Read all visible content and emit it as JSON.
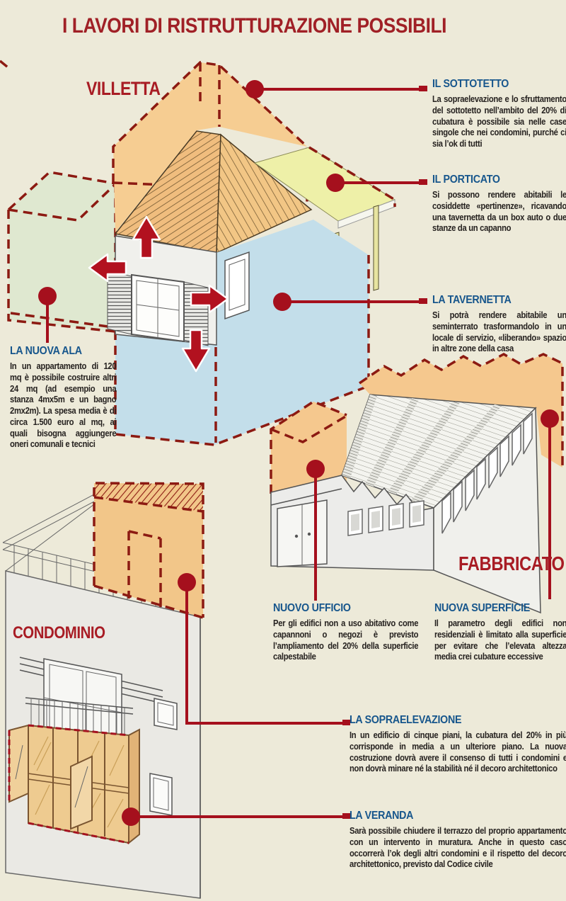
{
  "title": "I LAVORI DI RISTRUTTURAZIONE POSSIBILI",
  "colors": {
    "background": "#edead9",
    "title_red": "#a02026",
    "building_label_red": "#a81c24",
    "heading_blue": "#17568c",
    "body_text": "#262220",
    "callout_red": "#a5101d",
    "dashed_maroon": "#8c1a12",
    "orange_fill": "#f5c88e",
    "green_fill": "#dfe8d0",
    "blue_fill": "#c3deea",
    "yellow_fill": "#eef0a8",
    "wood_fill": "#eecb90"
  },
  "buildings": {
    "villetta": {
      "label": "VILLETTA"
    },
    "condominio": {
      "label": "CONDOMINIO"
    },
    "fabbricato": {
      "label": "FABBRICATO"
    }
  },
  "callouts": [
    {
      "id": "sottotetto",
      "heading": "IL SOTTOTETTO",
      "body": "La sopraelevazione e lo sfruttamento del sottotetto nell’ambito del 20% di cubatura è possibile sia nelle case singole che nei condomini, purché ci sia l’ok di tutti"
    },
    {
      "id": "porticato",
      "heading": "IL PORTICATO",
      "body": "Si possono rendere abitabili le cosiddette «pertinenze», ricavando una tavernetta da un box auto o due stanze da un capanno"
    },
    {
      "id": "tavernetta",
      "heading": "LA TAVERNETTA",
      "body": "Si potrà rendere abitabile un seminterrato trasformandolo in un locale di servizio, «liberando» spazio in altre zone della casa"
    },
    {
      "id": "nuova-ala",
      "heading": "LA NUOVA ALA",
      "body": "In un appartamento di 120 mq è possibile costruire altri 24 mq (ad esempio una stanza 4mx5m e un bagno 2mx2m). La spesa media è di circa 1.500 euro al mq, ai quali bisogna aggiungere oneri comunali e tecnici"
    },
    {
      "id": "nuovo-ufficio",
      "heading": "NUOVO UFFICIO",
      "body": "Per gli edifici non a uso abitativo come capannoni o negozi è previsto l’ampliamento del 20% della superficie calpestabile"
    },
    {
      "id": "nuova-superficie",
      "heading": "NUOVA SUPERFICIE",
      "body": "Il parametro degli edifici non residenziali è limitato alla superficie per evitare che l’elevata altezza media crei cubature eccessive"
    },
    {
      "id": "sopraelevazione",
      "heading": "LA SOPRAELEVAZIONE",
      "body": "In un edificio di cinque piani, la cubatura del 20% in più corrisponde in media a un ulteriore piano. La nuova costruzione dovrà avere il consenso di tutti i condomini e non dovrà minare né la stabilità né il decoro architettonico"
    },
    {
      "id": "veranda",
      "heading": "LA VERANDA",
      "body": "Sarà possibile chiudere il terrazzo del proprio appartamento con un intervento in muratura. Anche in questo caso occorrerà l’ok degli altri condomini e il rispetto del decoro architettonico, previsto dal Codice civile"
    }
  ]
}
